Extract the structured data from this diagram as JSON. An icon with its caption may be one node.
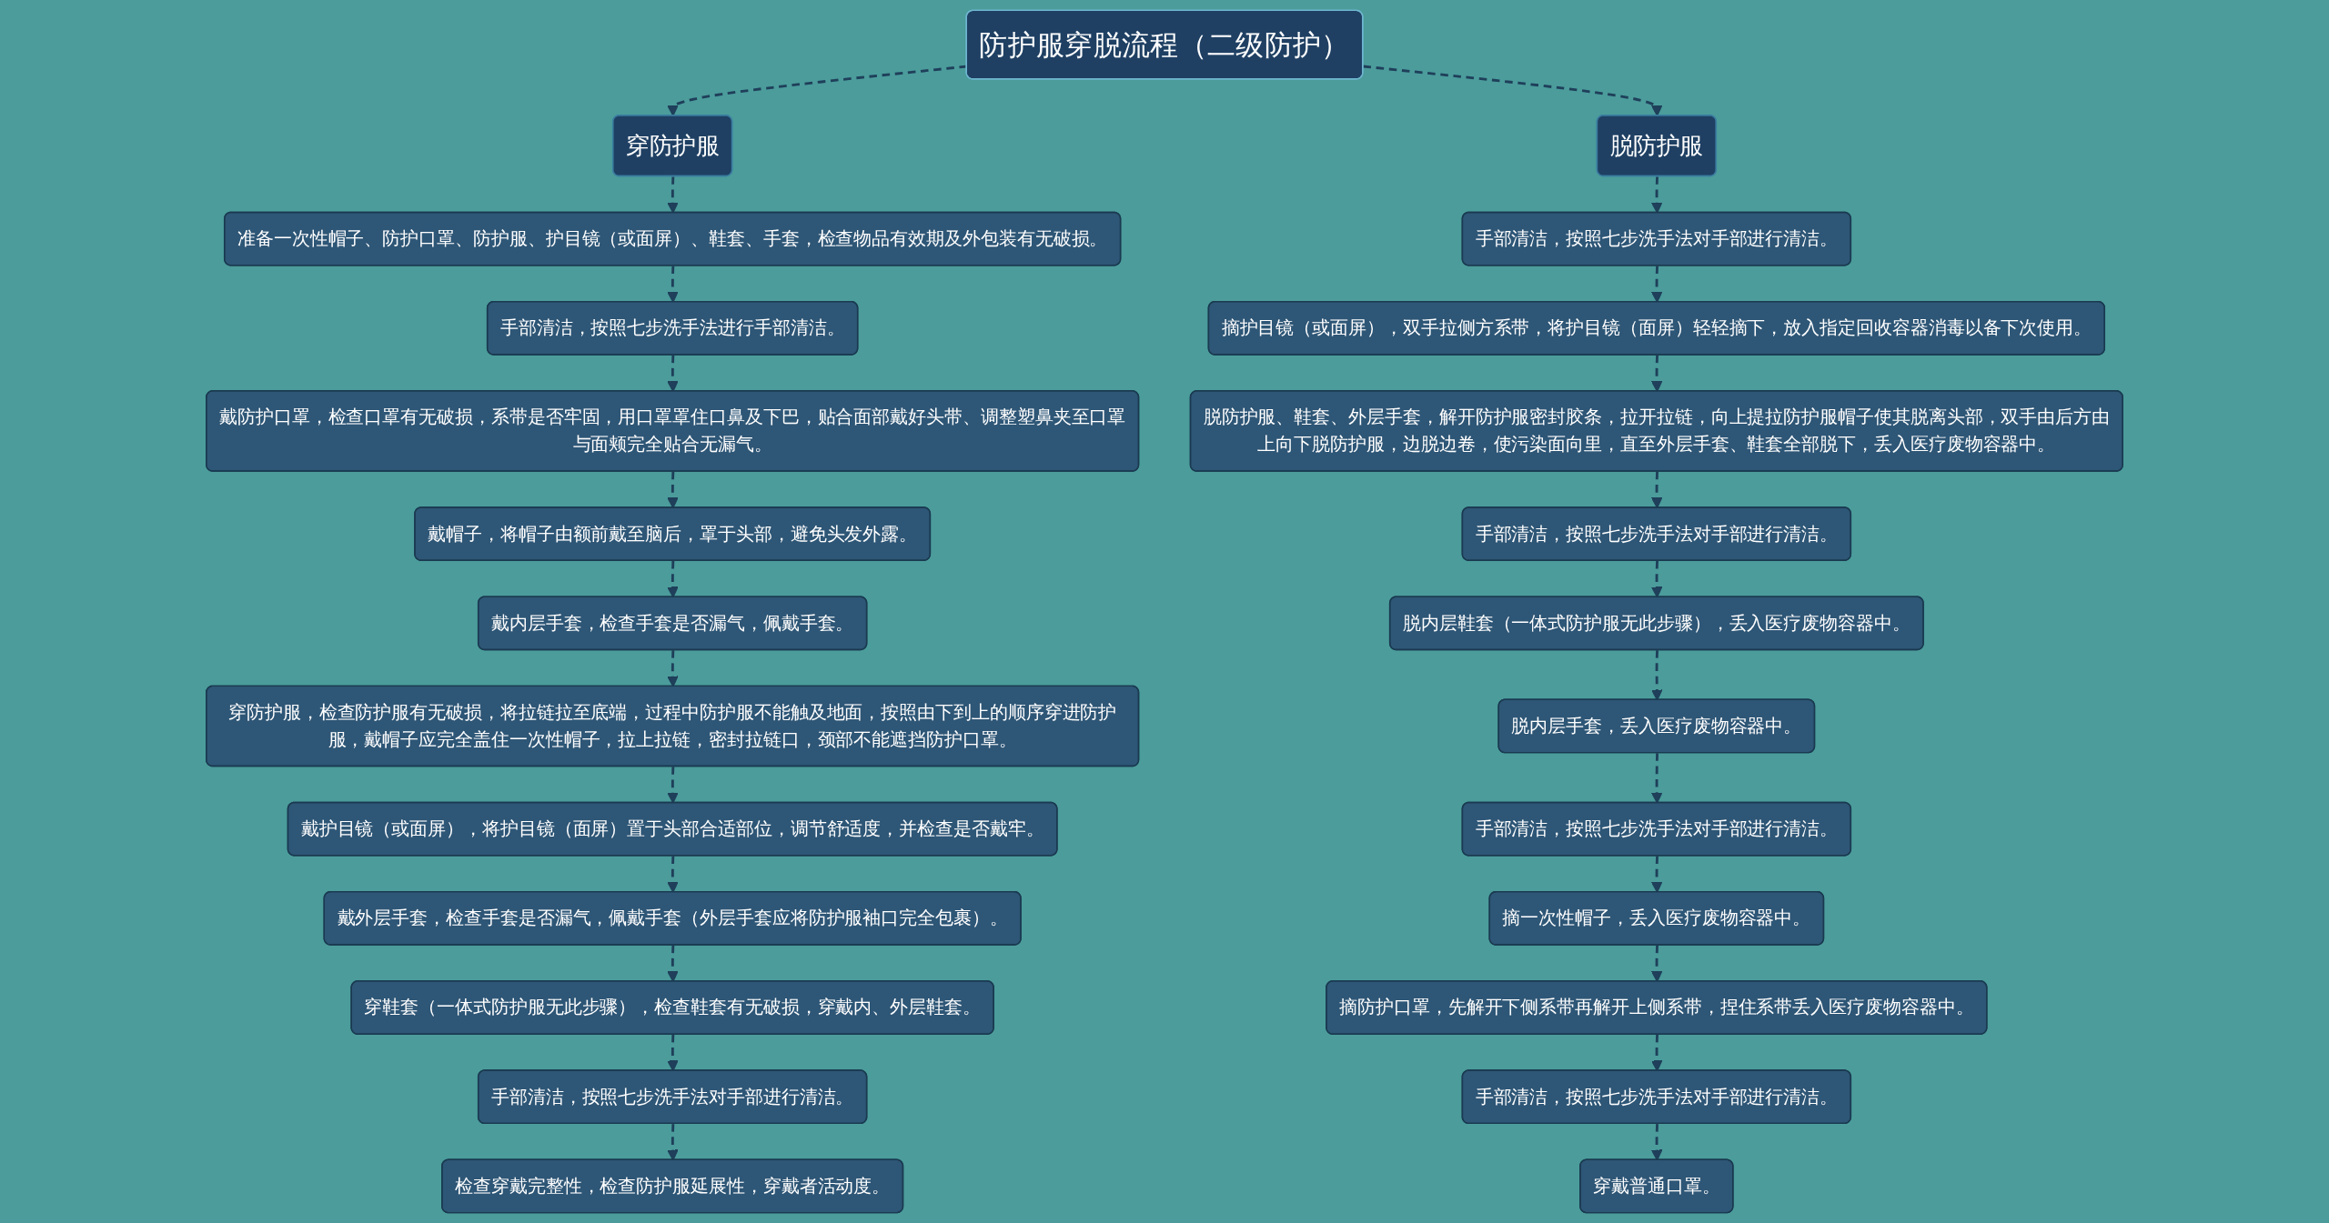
{
  "diagram": {
    "nodes": [
      {
        "text": [
          "防护服穿脱流程（二级防护）"
        ]
      },
      {
        "text": [
          "穿防护服"
        ]
      },
      {
        "text": [
          "脱防护服"
        ]
      },
      {
        "text": [
          "准备一次性帽子、防护口罩、防护服、护目镜（或面屏）、鞋套、手套，检查物品有效期及外包装有无破损。"
        ]
      },
      {
        "text": [
          "手部清洁，按照七步洗手法进行手部清洁。"
        ]
      },
      {
        "text": [
          "戴防护口罩，检查口罩有无破损，系带是否牢固，用口罩罩住口鼻及下巴，贴合面部戴好头带、调整塑鼻夹至口罩与面颊完全贴合无漏气。"
        ]
      },
      {
        "text": [
          "戴帽子，将帽子由额前戴至脑后，罩于头部，避免头发外露。"
        ]
      },
      {
        "text": [
          "戴内层手套，检查手套是否漏气，佩戴手套。"
        ]
      },
      {
        "text": [
          "穿防护服，检查防护服有无破损，将拉链拉至底端，过程中防护服不能触及地面，按照由下到上的顺序穿进防护服，戴帽子应完全盖住一次性帽子，拉上拉链，密封拉链口，颈部不能遮挡防护口罩。"
        ]
      },
      {
        "text": [
          "戴护目镜（或面屏），将护目镜（面屏）置于头部合适部位，调节舒适度，并检查是否戴牢。"
        ]
      },
      {
        "text": [
          "戴外层手套，检查手套是否漏气，佩戴手套（外层手套应将防护服袖口完全包裹）。"
        ]
      },
      {
        "text": [
          "穿鞋套（一体式防护服无此步骤），检查鞋套有无破损，穿戴内、外层鞋套。"
        ]
      },
      {
        "text": [
          "手部清洁，按照七步洗手法对手部进行清洁。"
        ]
      },
      {
        "text": [
          "检查穿戴完整性，检查防护服延展性，穿戴者活动度。"
        ]
      },
      {
        "text": [
          "手部清洁，按照七步洗手法对手部进行清洁。"
        ]
      },
      {
        "text": [
          "摘护目镜（或面屏），双手拉侧方系带，将护目镜（面屏）轻轻摘下，放入指定回收容器消毒以备下次使用。"
        ]
      },
      {
        "text": [
          "脱防护服、鞋套、外层手套，解开防护服密封胶条，拉开拉链，向上提拉防护服帽子使其脱离头部，双手由后方由上向下脱防护服，边脱边卷，使污染面向里，直至外层手套、鞋套全部脱下，丢入医疗废物容器中。"
        ]
      },
      {
        "text": [
          "手部清洁，按照七步洗手法对手部进行清洁。"
        ]
      },
      {
        "text": [
          "脱内层鞋套（一体式防护服无此步骤），丢入医疗废物容器中。"
        ]
      },
      {
        "text": [
          "脱内层手套，丢入医疗废物容器中。"
        ]
      },
      {
        "text": [
          "手部清洁，按照七步洗手法对手部进行清洁。"
        ]
      },
      {
        "text": [
          "摘一次性帽子，丢入医疗废物容器中。"
        ]
      },
      {
        "text": [
          "摘防护口罩，先解开下侧系带再解开上侧系带，捏住系带丢入医疗废物容器中。"
        ]
      },
      {
        "text": [
          "手部清洁，按照七步洗手法对手部进行清洁。"
        ]
      },
      {
        "text": [
          "穿戴普通口罩。"
        ]
      }
    ],
    "edges": [
      {
        "from": 0,
        "to": 1,
        "arrow": "to",
        "style": "dashed"
      },
      {
        "from": 0,
        "to": 2,
        "arrow": "to",
        "style": "dashed"
      },
      {
        "from": 1,
        "to": 3,
        "arrow": "to",
        "style": "dashed"
      },
      {
        "from": 3,
        "to": 4,
        "arrow": "to",
        "style": "dashed"
      },
      {
        "from": 4,
        "to": 5,
        "arrow": "to",
        "style": "dashed"
      },
      {
        "from": 5,
        "to": 6,
        "arrow": "to",
        "style": "dashed"
      },
      {
        "from": 6,
        "to": 7,
        "arrow": "to",
        "style": "dashed"
      },
      {
        "from": 7,
        "to": 8,
        "arrow": "to",
        "style": "dashed"
      },
      {
        "from": 8,
        "to": 9,
        "arrow": "to",
        "style": "dashed"
      },
      {
        "from": 9,
        "to": 10,
        "arrow": "to",
        "style": "dashed"
      },
      {
        "from": 10,
        "to": 11,
        "arrow": "to",
        "style": "dashed"
      },
      {
        "from": 11,
        "to": 12,
        "arrow": "to",
        "style": "dashed"
      },
      {
        "from": 12,
        "to": 13,
        "arrow": "to",
        "style": "dashed"
      },
      {
        "from": 2,
        "to": 14,
        "arrow": "to",
        "style": "dashed"
      },
      {
        "from": 14,
        "to": 15,
        "arrow": "to",
        "style": "dashed"
      },
      {
        "from": 15,
        "to": 16,
        "arrow": "to",
        "style": "dashed"
      },
      {
        "from": 16,
        "to": 17,
        "arrow": "to",
        "style": "dashed"
      },
      {
        "from": 17,
        "to": 18,
        "arrow": "to",
        "style": "dashed"
      },
      {
        "from": 18,
        "to": 19,
        "arrow": "to",
        "style": "dashed"
      },
      {
        "from": 19,
        "to": 20,
        "arrow": "to",
        "style": "dashed"
      },
      {
        "from": 20,
        "to": 21,
        "arrow": "to",
        "style": "dashed"
      },
      {
        "from": 21,
        "to": 22,
        "arrow": "to",
        "style": "dashed"
      },
      {
        "from": 22,
        "to": 23,
        "arrow": "to",
        "style": "dashed"
      },
      {
        "from": 23,
        "to": 24,
        "arrow": "to",
        "style": "dashed"
      }
    ]
  }
}
